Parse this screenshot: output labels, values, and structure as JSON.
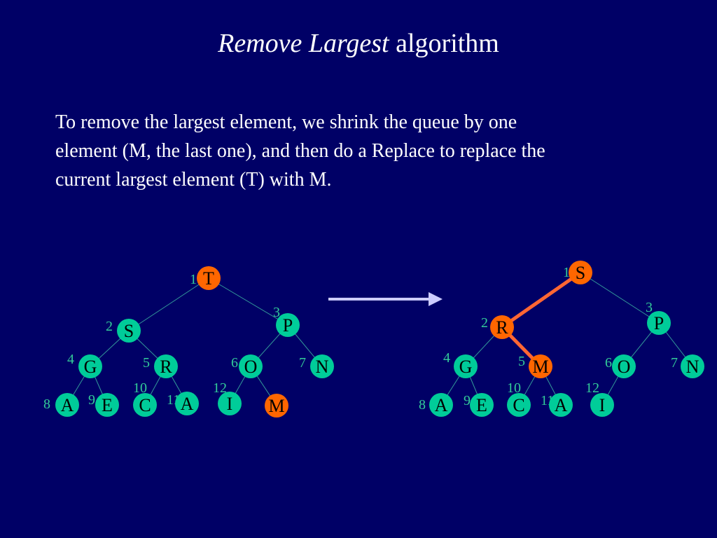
{
  "slide": {
    "title_italic": "Remove Largest",
    "title_rest": "algorithm",
    "body_lines": [
      "To remove the largest element, we shrink the queue by one",
      "element (M, the last one), and then do a Replace to replace the",
      "current largest  element (T) with M."
    ]
  },
  "colors": {
    "background": "#000066",
    "node_normal": "#00cc99",
    "node_highlight": "#ff6600",
    "index_text": "#33cc99",
    "edge": "#339999",
    "highlight_edge": "#ff6633",
    "arrow": "#ccccff"
  },
  "trees": [
    {
      "name": "before",
      "nodes": [
        {
          "label": "T",
          "index": "1",
          "highlight": true
        },
        {
          "label": "S",
          "index": "2",
          "highlight": false
        },
        {
          "label": "P",
          "index": "3",
          "highlight": false
        },
        {
          "label": "G",
          "index": "4",
          "highlight": false
        },
        {
          "label": "R",
          "index": "5",
          "highlight": false
        },
        {
          "label": "O",
          "index": "6",
          "highlight": false
        },
        {
          "label": "N",
          "index": "7",
          "highlight": false
        },
        {
          "label": "A",
          "index": "8",
          "highlight": false
        },
        {
          "label": "E",
          "index": "9",
          "highlight": false
        },
        {
          "label": "C",
          "index": "10",
          "highlight": false
        },
        {
          "label": "A",
          "index": "11",
          "highlight": false
        },
        {
          "label": "I",
          "index": "12",
          "highlight": false
        },
        {
          "label": "M",
          "index": "",
          "highlight": true
        }
      ],
      "edges": [
        [
          1,
          2
        ],
        [
          1,
          3
        ],
        [
          2,
          4
        ],
        [
          2,
          5
        ],
        [
          3,
          6
        ],
        [
          3,
          7
        ],
        [
          4,
          8
        ],
        [
          4,
          9
        ],
        [
          5,
          10
        ],
        [
          5,
          11
        ],
        [
          6,
          12
        ],
        [
          6,
          13
        ]
      ],
      "highlight_edges": []
    },
    {
      "name": "after",
      "nodes": [
        {
          "label": "S",
          "index": "1",
          "highlight": true
        },
        {
          "label": "R",
          "index": "2",
          "highlight": true
        },
        {
          "label": "P",
          "index": "3",
          "highlight": false
        },
        {
          "label": "G",
          "index": "4",
          "highlight": false
        },
        {
          "label": "M",
          "index": "5",
          "highlight": true
        },
        {
          "label": "O",
          "index": "6",
          "highlight": false
        },
        {
          "label": "N",
          "index": "7",
          "highlight": false
        },
        {
          "label": "A",
          "index": "8",
          "highlight": false
        },
        {
          "label": "E",
          "index": "9",
          "highlight": false
        },
        {
          "label": "C",
          "index": "10",
          "highlight": false
        },
        {
          "label": "A",
          "index": "11",
          "highlight": false
        },
        {
          "label": "I",
          "index": "12",
          "highlight": false
        }
      ],
      "edges": [
        [
          1,
          2
        ],
        [
          1,
          3
        ],
        [
          2,
          4
        ],
        [
          2,
          5
        ],
        [
          3,
          6
        ],
        [
          3,
          7
        ],
        [
          4,
          8
        ],
        [
          4,
          9
        ],
        [
          5,
          10
        ],
        [
          5,
          11
        ],
        [
          6,
          12
        ]
      ],
      "highlight_edges": [
        [
          1,
          2
        ],
        [
          2,
          5
        ]
      ]
    }
  ]
}
